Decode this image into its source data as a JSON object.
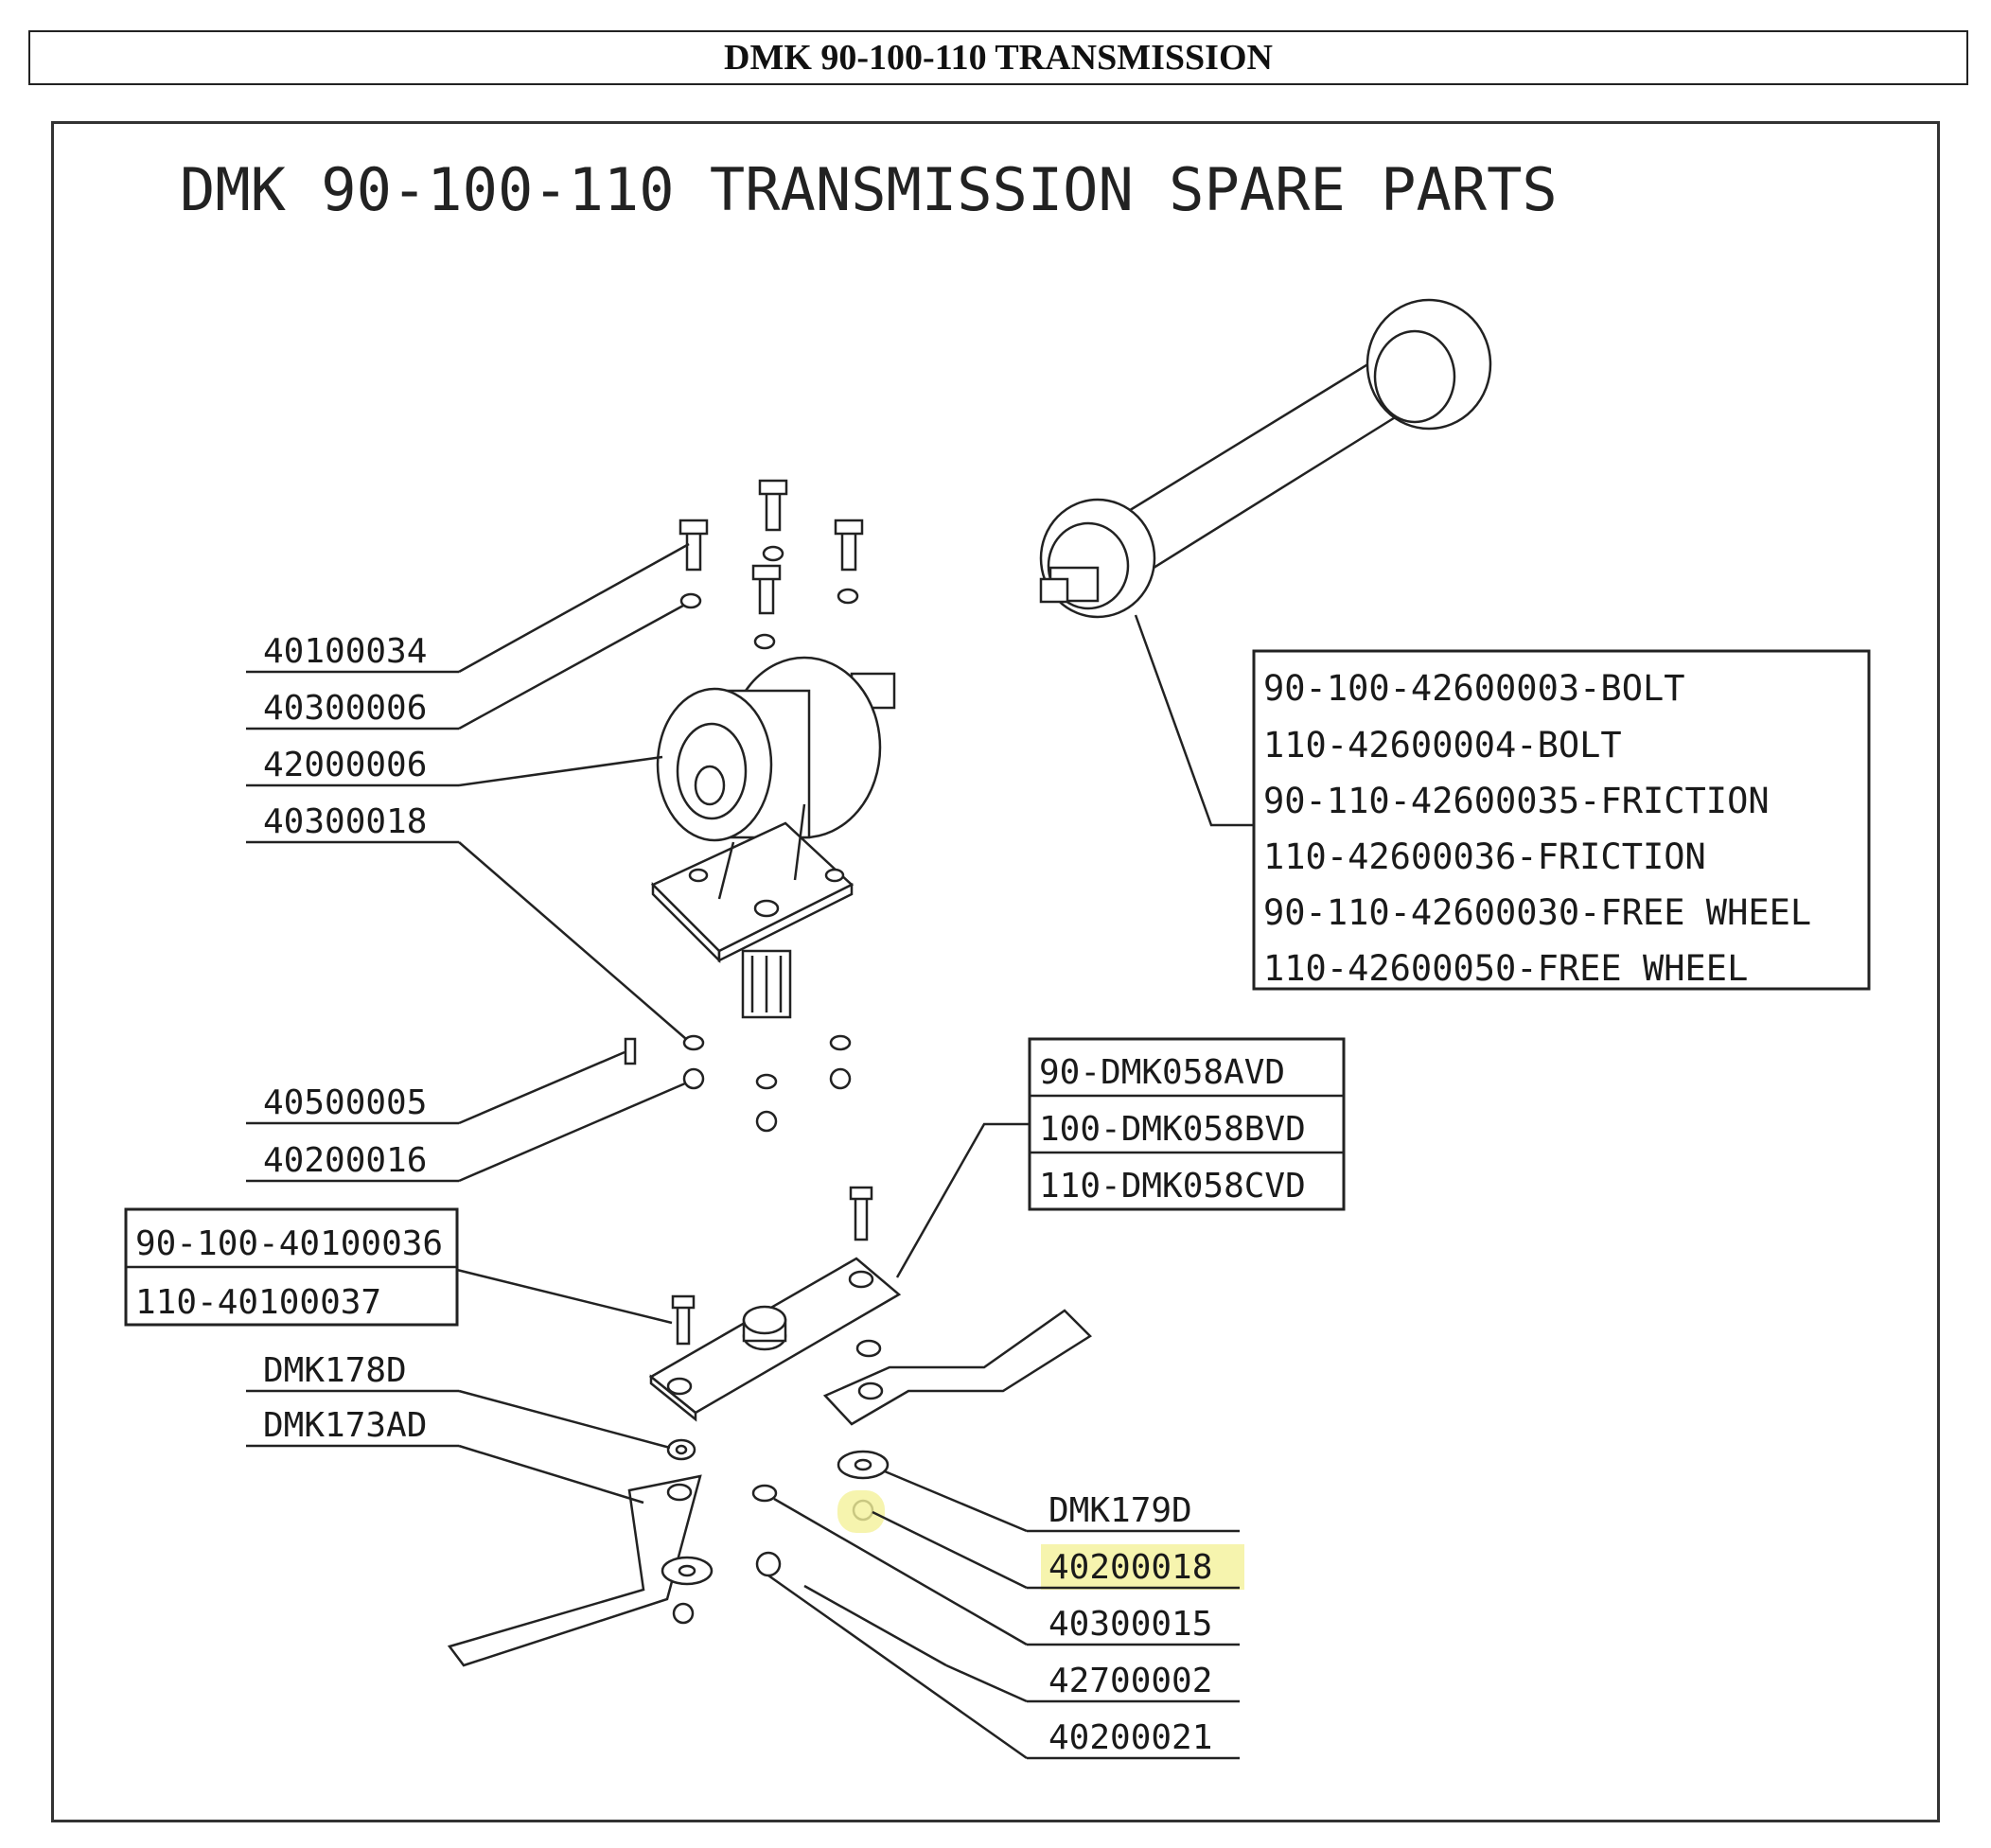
{
  "header": {
    "title": "DMK 90-100-110 TRANSMISSION"
  },
  "diagram": {
    "title": "DMK 90-100-110 TRANSMISSION SPARE PARTS",
    "labels": {
      "p40100034": "40100034",
      "p40300006": "40300006",
      "p42000006": "42000006",
      "p40300018": "40300018",
      "p40500005": "40500005",
      "p40200016": "40200016",
      "pDMK178D": "DMK178D",
      "pDMK173AD": "DMK173AD",
      "pDMK179D": "DMK179D",
      "p40200018": "40200018",
      "p40300015": "40300015",
      "p42700002": "42700002",
      "p40200021": "40200021"
    },
    "shaft_box": [
      "90-100-42600003-BOLT",
      "110-42600004-BOLT",
      "90-110-42600035-FRICTION",
      "110-42600036-FRICTION",
      "90-110-42600030-FREE WHEEL",
      "110-42600050-FREE WHEEL"
    ],
    "holder_box": [
      "90-DMK058AVD",
      "100-DMK058BVD",
      "110-DMK058CVD"
    ],
    "bolt_box": [
      "90-100-40100036",
      "110-40100037"
    ],
    "highlight_color": "#f4f19a"
  }
}
